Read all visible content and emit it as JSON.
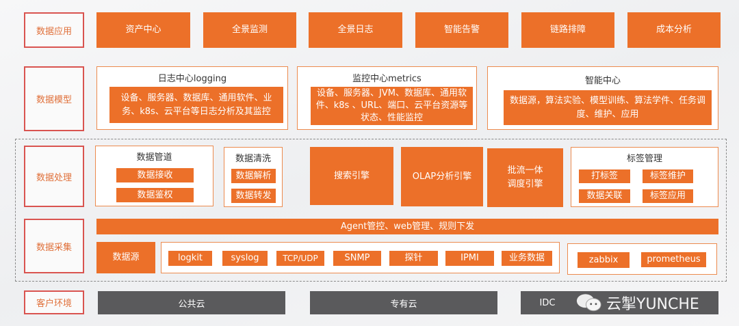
{
  "layers": {
    "application": "数据应用",
    "model": "数据模型",
    "processing": "数据处理",
    "collection": "数据采集",
    "customer": "客户环境"
  },
  "application_items": [
    "资产中心",
    "全景监测",
    "全景日志",
    "智能告警",
    "链路排障",
    "成本分析"
  ],
  "model": {
    "logging": {
      "title": "日志中心logging",
      "desc": "设备、服务器、数据库、通用软件、业务、k8s、云平台等日志分析及其监控"
    },
    "metrics": {
      "title": "监控中心metrics",
      "desc": "设备、服务器、JVM、数据库、通用软件、k8s 、URL、端口、云平台资源等状态、性能监控"
    },
    "intelligence": {
      "title": "智能中心",
      "desc": "数据源，算法实验、模型训练、算法学件、任务调度、维护、应用"
    }
  },
  "processing": {
    "pipeline": {
      "title": "数据管道",
      "items": [
        "数据接收",
        "数据鉴权"
      ]
    },
    "cleaning": {
      "title": "数据清洗",
      "items": [
        "数据解析",
        "数据转发"
      ]
    },
    "search": "搜索引擎",
    "olap": "OLAP分析引擎",
    "batch": "批流一体\n调度引擎",
    "tags": {
      "title": "标签管理",
      "items": [
        "打标签",
        "标签维护",
        "数据关联",
        "标签应用"
      ]
    }
  },
  "collection": {
    "agent": "Agent管控、web管理、规则下发",
    "source": "数据源",
    "sources": [
      "logkit",
      "syslog",
      "TCP/UDP",
      "SNMP",
      "探针",
      "IPMI",
      "业务数据"
    ],
    "integrations": [
      "zabbix",
      "prometheus"
    ]
  },
  "customer": [
    "公共云",
    "专有云",
    "IDC"
  ],
  "watermark": "云掣YUNCHE",
  "colors": {
    "accent": "#ec7029",
    "label_border": "#d9534f",
    "env": "#5a5a5c"
  }
}
